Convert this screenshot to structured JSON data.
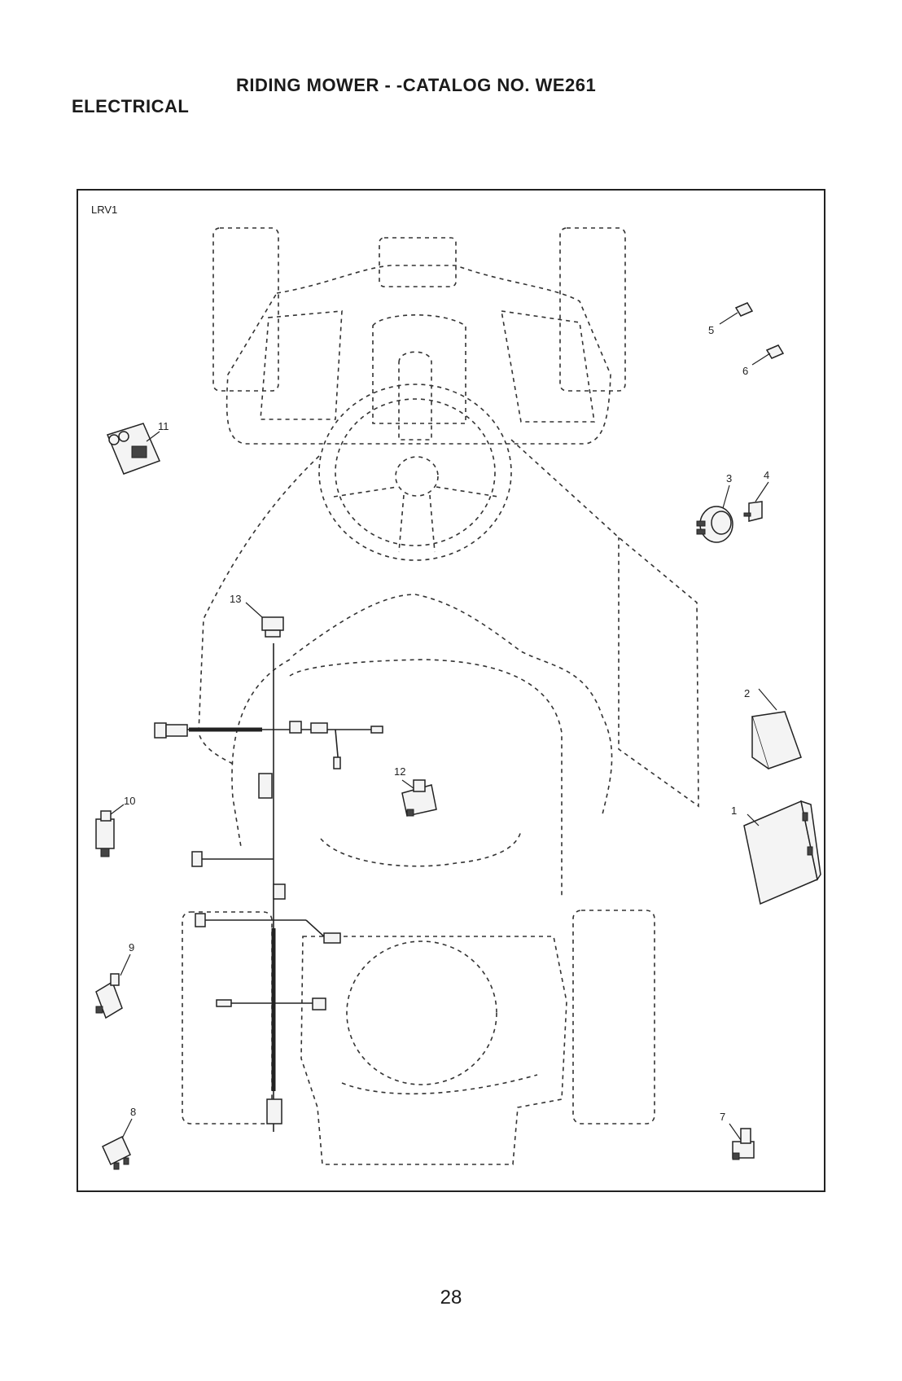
{
  "header": {
    "title": "RIDING MOWER - -CATALOG NO.  WE261",
    "section": "ELECTRICAL"
  },
  "diagram": {
    "code": "LRV1",
    "callouts": [
      "1",
      "2",
      "3",
      "4",
      "5",
      "6",
      "7",
      "8",
      "9",
      "10",
      "11",
      "12",
      "13"
    ]
  },
  "footer": {
    "page_number": "28"
  }
}
